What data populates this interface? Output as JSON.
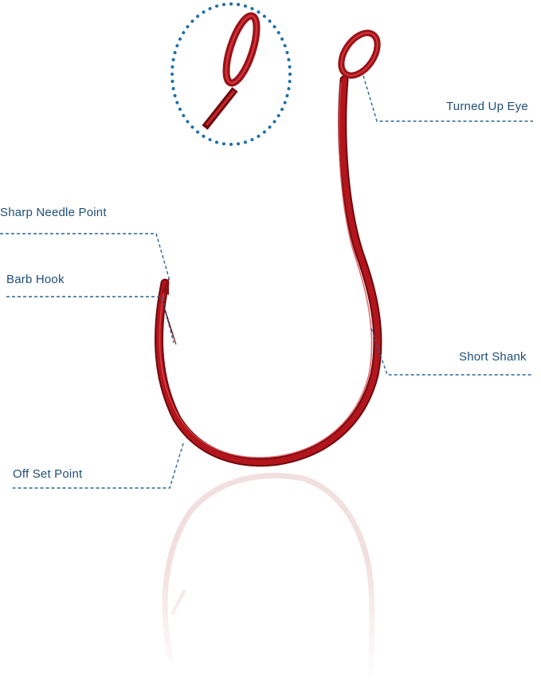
{
  "labels": {
    "turned_up_eye": "Turned Up Eye",
    "sharp_needle_point": "Sharp Needle Point",
    "barb_hook": "Barb Hook",
    "short_shank": "Short Shank",
    "offset_point": "Off Set Point"
  },
  "colors": {
    "hook_red": "#b3151c",
    "hook_dark": "#6e0a0e",
    "hook_highlight": "#e2474d",
    "label_text": "#1f4e79",
    "leader_line": "#2a6496",
    "dotted_circle": "#1f6fa8",
    "reflection": "#e8c4c5"
  },
  "icons": {
    "eye_detail": "hook-eye-detail-icon"
  }
}
